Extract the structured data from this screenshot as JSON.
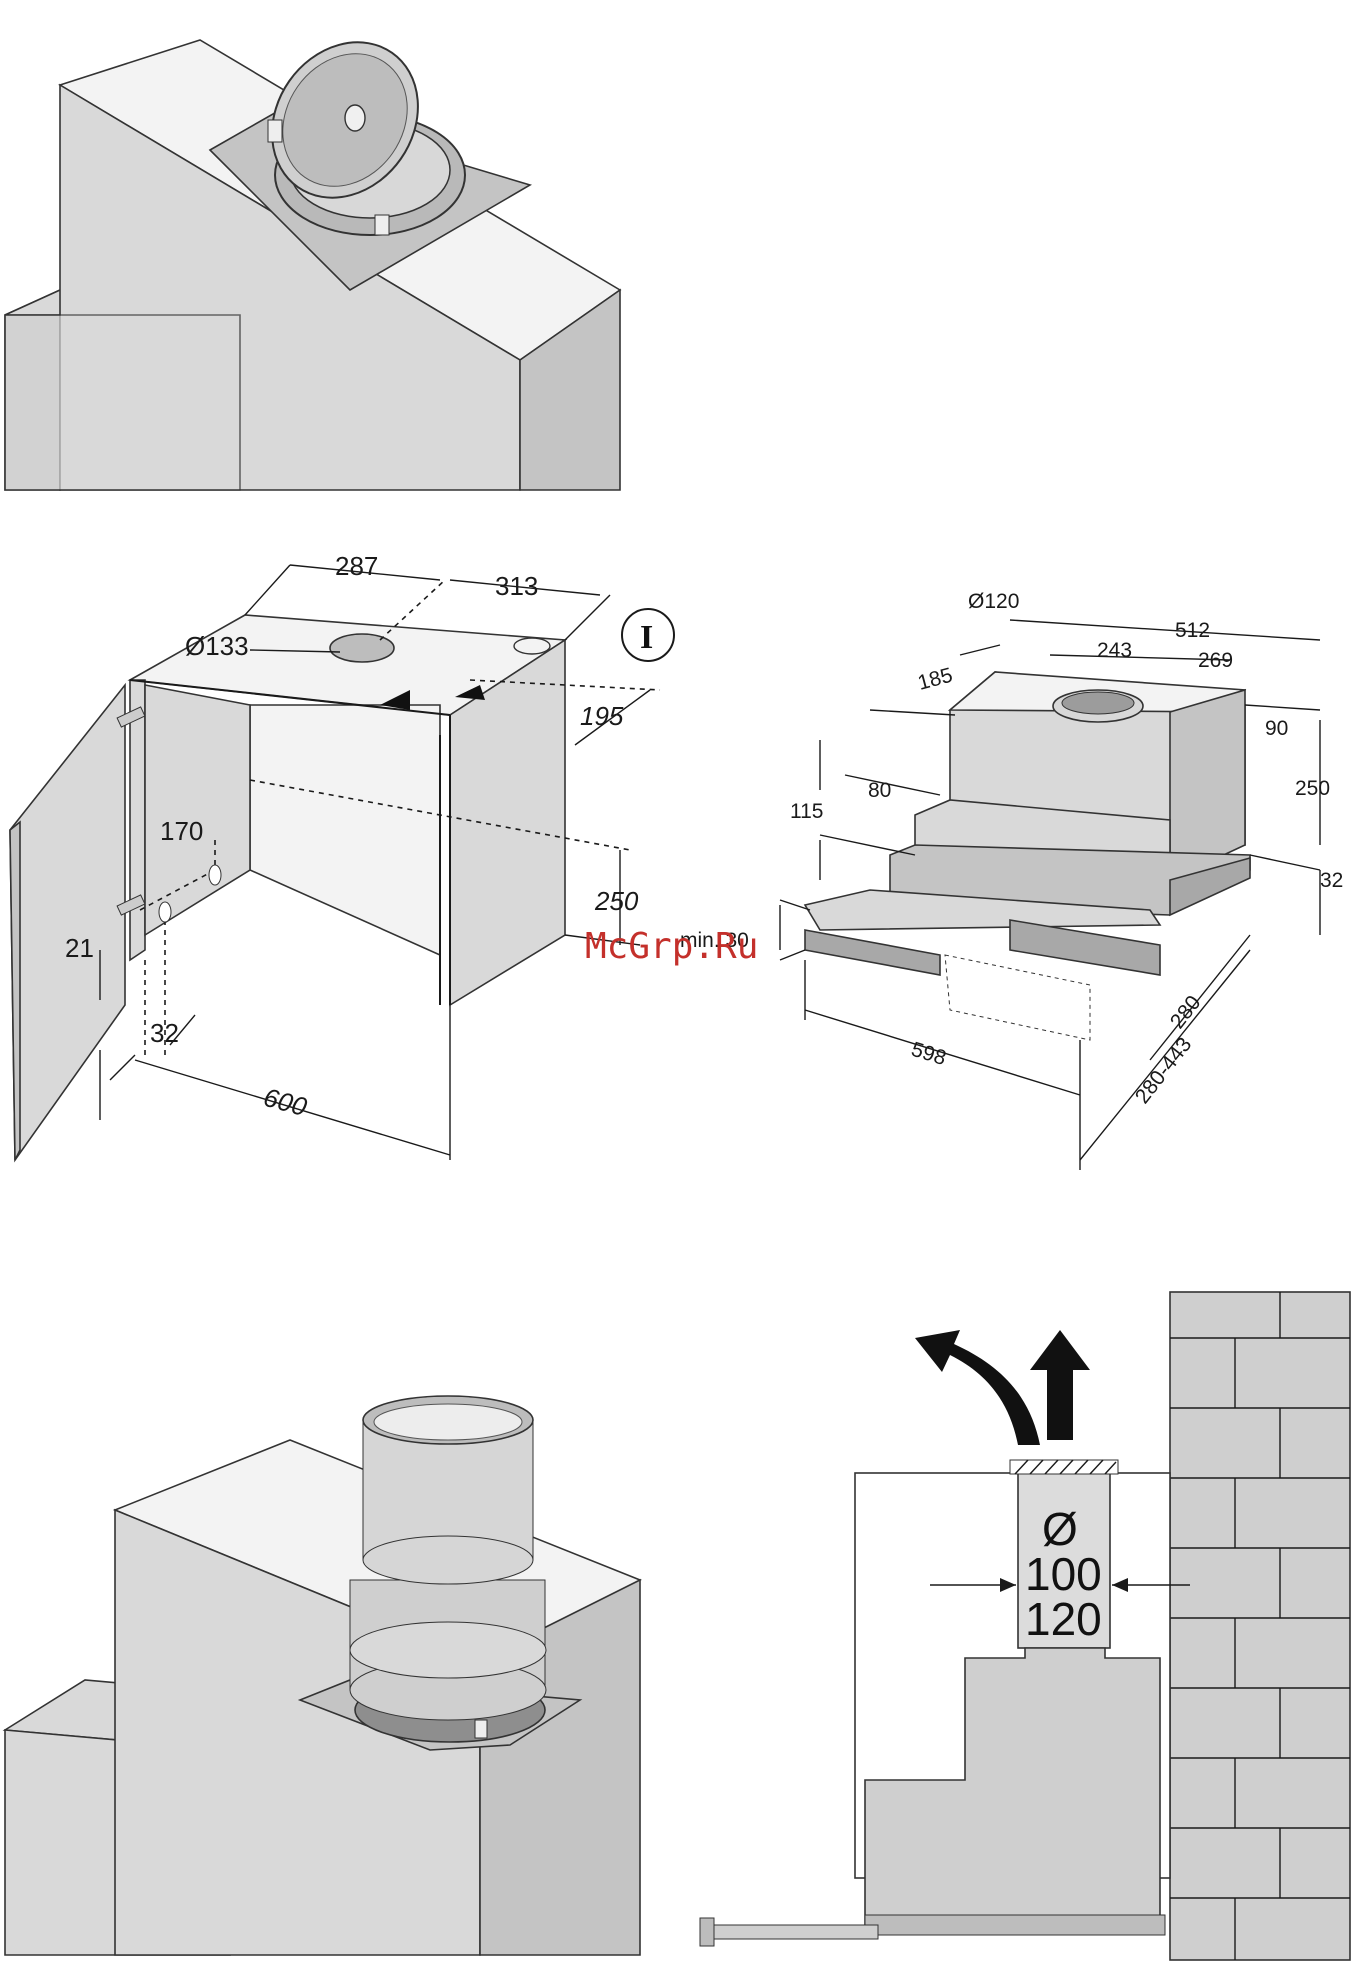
{
  "watermark": "McGrp.Ru",
  "cabinet_diagram": {
    "dimensions": [
      "287",
      "313",
      "Ø133",
      "195",
      "170",
      "250",
      "21",
      "32",
      "600"
    ],
    "symbol": "I"
  },
  "hood_diagram": {
    "dimensions": [
      "Ø120",
      "512",
      "243",
      "269",
      "185",
      "90",
      "250",
      "80",
      "115",
      "32",
      "min. 30",
      "280",
      "598",
      "280-443"
    ]
  },
  "duct_diagram": {
    "diameter_symbol": "Ø",
    "diameters": [
      "100",
      "120"
    ]
  },
  "icons": [
    "upward-arrow-icon",
    "curved-arrow-icon",
    "roman-one-symbol"
  ]
}
